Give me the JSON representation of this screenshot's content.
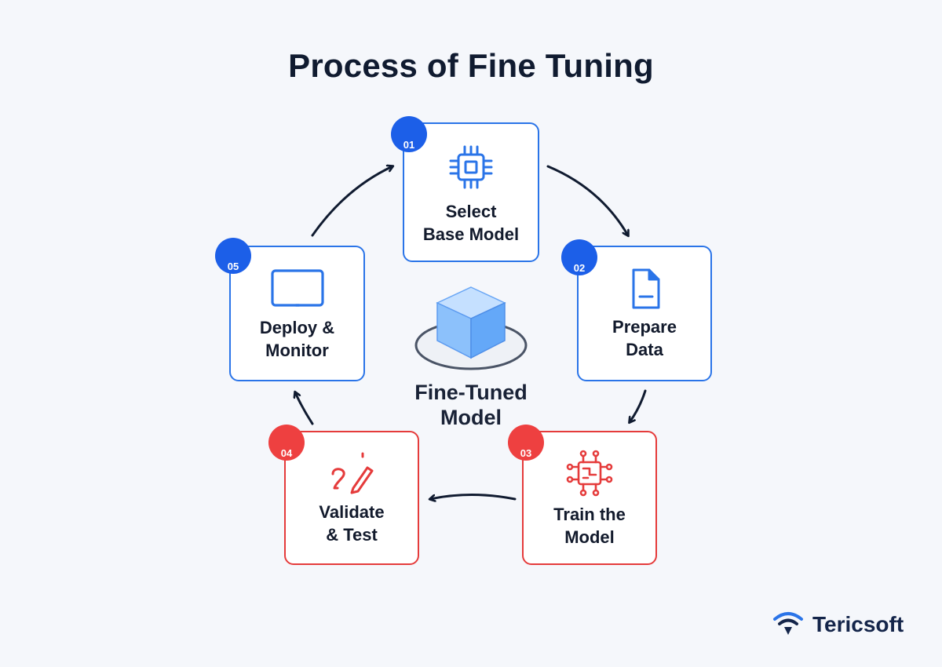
{
  "title": "Process of Fine Tuning",
  "center": {
    "label": "Fine-Tuned\nModel",
    "icon": "cube-icon"
  },
  "steps": [
    {
      "number": "01",
      "label": "Select\nBase Model",
      "icon": "chip-icon",
      "color": "#2a74e8"
    },
    {
      "number": "02",
      "label": "Prepare\nData",
      "icon": "document-icon",
      "color": "#2a74e8"
    },
    {
      "number": "03",
      "label": "Train the\nModel",
      "icon": "circuit-icon",
      "color": "#e53b3b"
    },
    {
      "number": "04",
      "label": "Validate\n& Test",
      "icon": "pencil-icon",
      "color": "#e53b3b"
    },
    {
      "number": "05",
      "label": "Deploy &\nMonitor",
      "icon": "monitor-icon",
      "color": "#2a74e8"
    }
  ],
  "brand": {
    "name": "Tericsoft",
    "icon": "wifi-logo-icon"
  },
  "colors": {
    "blue": "#2a74e8",
    "red": "#e53b3b",
    "dark": "#101b30"
  }
}
